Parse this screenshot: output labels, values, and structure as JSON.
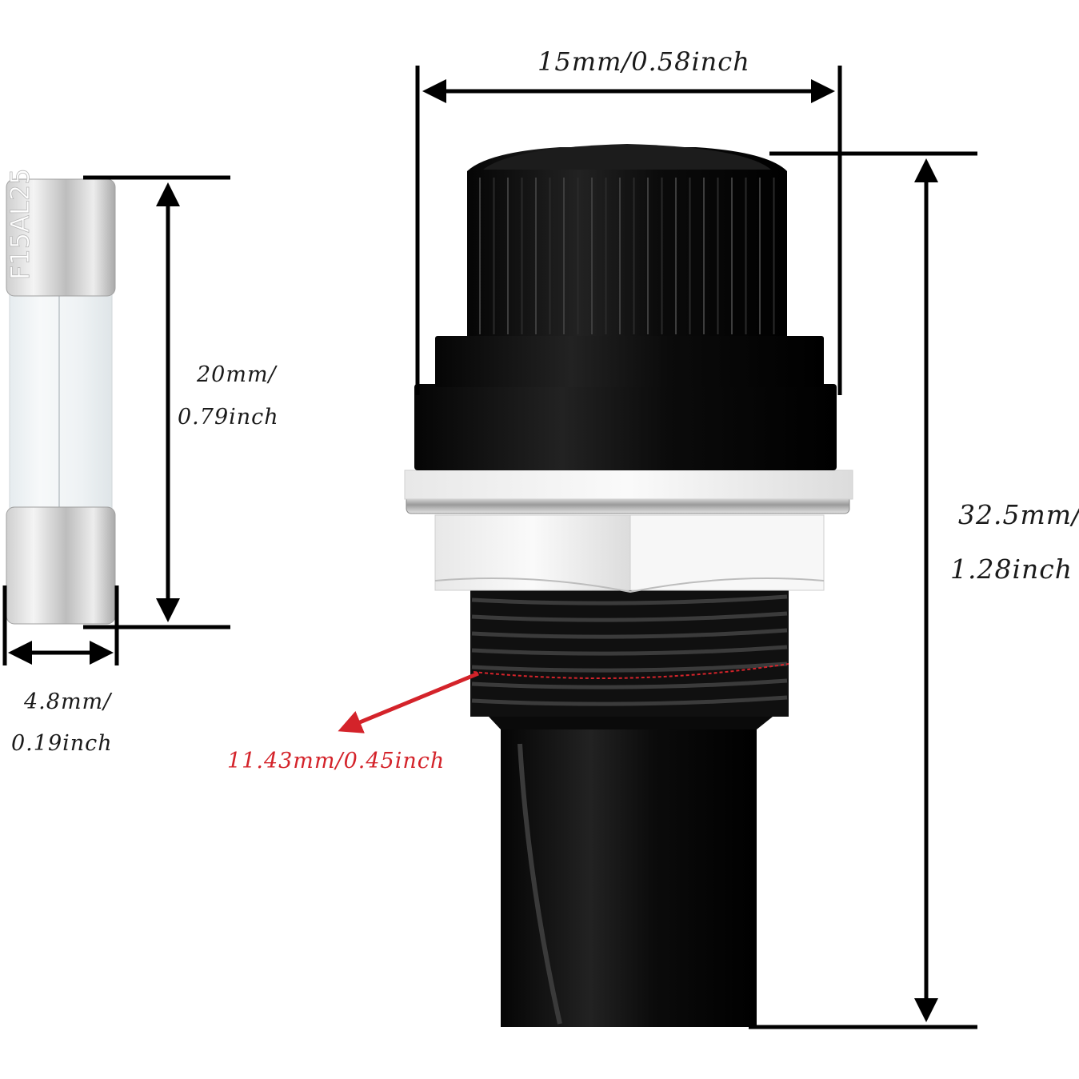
{
  "fuse": {
    "marking": "F15AL25",
    "length_label_line1": "20mm/",
    "length_label_line2": "0.79inch",
    "diameter_label_line1": "4.8mm/",
    "diameter_label_line2": "0.19inch"
  },
  "holder": {
    "width_label": "15mm/0.58inch",
    "height_label_line1": "32.5mm/",
    "height_label_line2": "1.28inch",
    "thread_label": "11.43mm/0.45inch"
  },
  "colors": {
    "dimension_line": "#000000",
    "thread_callout": "#d4232a",
    "holder_body": "#111111",
    "nut": "#f2f2f2"
  }
}
